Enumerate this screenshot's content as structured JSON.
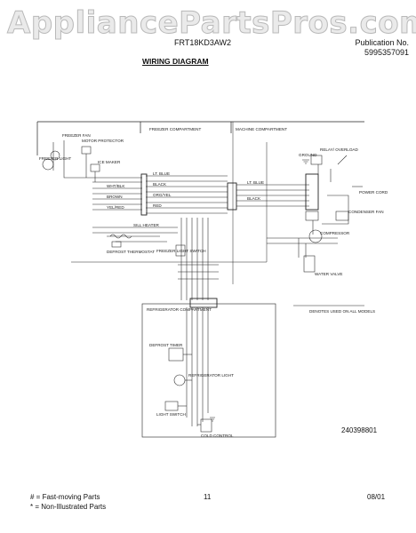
{
  "watermark": "AppliancePartsPros.com",
  "header": {
    "model": "FRT18KD3AW2",
    "publication_label": "Publication No.",
    "publication_number": "5995357091",
    "title": "WIRING DIAGRAM"
  },
  "compartments": {
    "freezer": "FREEZER COMPARTMENT",
    "machine": "MACHINE COMPARTMENT",
    "refrigerator": "REFRIGERATOR COMPARTMENT"
  },
  "components": {
    "freezer_fan": "FREEZER FAN",
    "motor_protector": "MOTOR PROTECTOR",
    "freezer_light": "FREEZER LIGHT",
    "ice_maker": "ICE MAKER",
    "sill_heater": "SILL HEATER",
    "defrost_thermostat": "DEFROST THERMOSTAT",
    "freezer_light_switch": "FREEZER LIGHT SWITCH",
    "relay_overload": "RELAY/ OVERLOAD",
    "compressor": "COMPRESSOR",
    "condenser_fan": "CONDENSER FAN",
    "water_valve": "WATER VALVE",
    "defrost_timer": "DEFROST TIMER",
    "refrigerator_light": "REFRIGERATOR LIGHT",
    "light_switch": "LIGHT SWITCH",
    "cold_control": "COLD CONTROL",
    "power_cord": "POWER CORD",
    "ground": "GROUND",
    "note": "DENOTES USED ON ALL MODELS"
  },
  "wires": [
    "LT. BLUE",
    "BLACK",
    "ORG/YEL",
    "RED",
    "WHT/BLK",
    "BROWN",
    "YEL/RED"
  ],
  "doc_number": "240398801",
  "footer": {
    "fast_moving": "# = Fast-moving Parts",
    "non_illustrated": "* = Non-Illustrated Parts",
    "page": "11",
    "date": "08/01"
  }
}
